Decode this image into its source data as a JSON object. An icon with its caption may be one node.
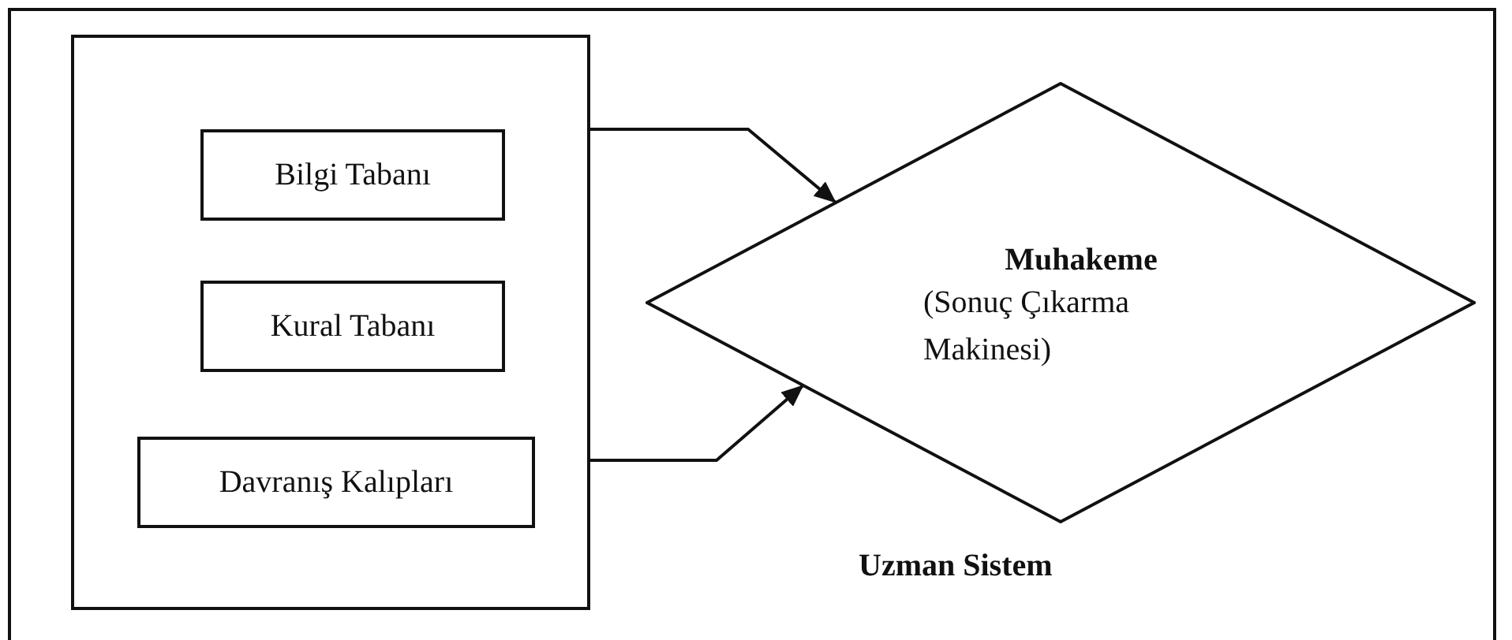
{
  "diagram": {
    "nodes": [
      {
        "text": [
          "Uzman Sistem"
        ]
      },
      {
        "text": [],
        "shape": "box",
        "in": 0
      },
      {
        "text": [
          "Bilgi Tabanı"
        ],
        "in": 1
      },
      {
        "text": [
          "Kural Tabanı"
        ],
        "in": 1
      },
      {
        "text": [
          "Davranış Kalıpları"
        ],
        "in": 1
      },
      {
        "text": [
          "Muhakeme",
          "(Sonuç Çıkarma Makinesi)"
        ],
        "in": 0
      }
    ],
    "edges": [
      {
        "from": 1,
        "to": 5,
        "arrow": "to"
      },
      {
        "from": 1,
        "to": 5,
        "arrow": "to"
      }
    ]
  }
}
